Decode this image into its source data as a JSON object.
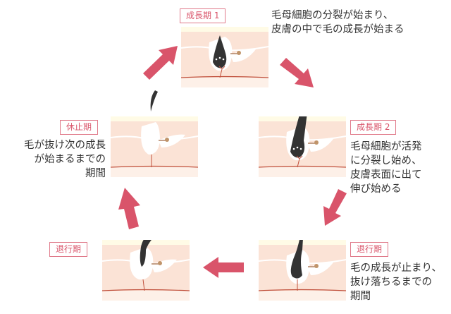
{
  "stages": {
    "anagen1": {
      "label": "成長期 1",
      "desc": [
        "毛母細胞の分裂が始まり、",
        "皮膚の中で毛の成長が始まる"
      ]
    },
    "anagen2": {
      "label": "成長期 2",
      "desc": [
        "毛母細胞が活発",
        "に分裂し始め、",
        "皮膚表面に出て",
        "伸び始める"
      ]
    },
    "catagen": {
      "label": "退行期",
      "desc": [
        "毛の成長が止まり、",
        "抜け落ちるまでの",
        "期間"
      ]
    },
    "catagen_late": {
      "label": "退行期"
    },
    "telogen": {
      "label": "休止期",
      "desc": [
        "毛が抜け次の成長",
        "が始まるまでの",
        "期間"
      ]
    }
  },
  "colors": {
    "accent": "#d9546a",
    "skin": "#fbe3d6",
    "hair": "#333333"
  }
}
